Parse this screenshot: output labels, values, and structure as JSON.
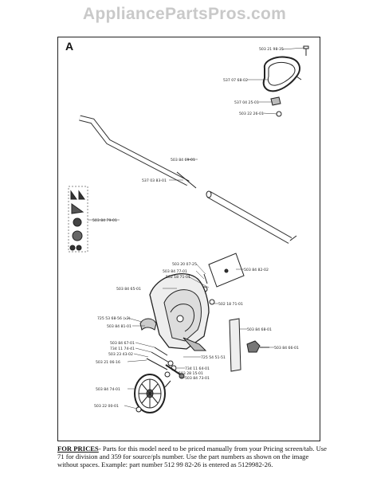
{
  "watermark": "AppliancePartsPros.com",
  "section_letter": "A",
  "part_numbers": {
    "screw_top": "503 21 98-35",
    "handle_loop": "537 07 68-02",
    "clamp": "537 04 25-01",
    "nut_handle": "503 22 26-01",
    "shaft_upper_a": "503 84 69-01",
    "shaft_upper_b": "537 03 83-01",
    "decal_sheet": "503 84 79-01",
    "guard_screw": "503 20 07-25",
    "guard_bolt": "503 84 77-01",
    "guard_washer": "502 18 71-01",
    "blade": "503 84 82-02",
    "guard_body": "503 84 65-01",
    "guard_washer_b": "502 18 71-01",
    "bracket": "725 53 68-56 (x2)",
    "bracket_b": "503 84 81-01",
    "shoe": "503 84 68-01",
    "knob": "503 84 66-01",
    "bolt_1": "503 84 67-01",
    "bolt_2": "734 11 74-41",
    "bolt_3": "503 23 43-02",
    "bolt_4": "503 21 06-16",
    "washer_r": "725 54 51-51",
    "nut_1": "734 11 64-01",
    "nut_2": "503 28 15-01",
    "nut_3": "503 84 73-01",
    "wheel": "503 84 74-01",
    "wheel_cap": "503 22 00-01"
  },
  "footer": {
    "lead": "FOR PRICES",
    "text": "- Parts for this model need to be priced manually from your Pricing screen/tab. Use 71 for division and 359 for source/pls number.  Use the part numbers as shown on the image without spaces.  Example: part number 512 99 82-26 is entered as 5129982-26."
  }
}
